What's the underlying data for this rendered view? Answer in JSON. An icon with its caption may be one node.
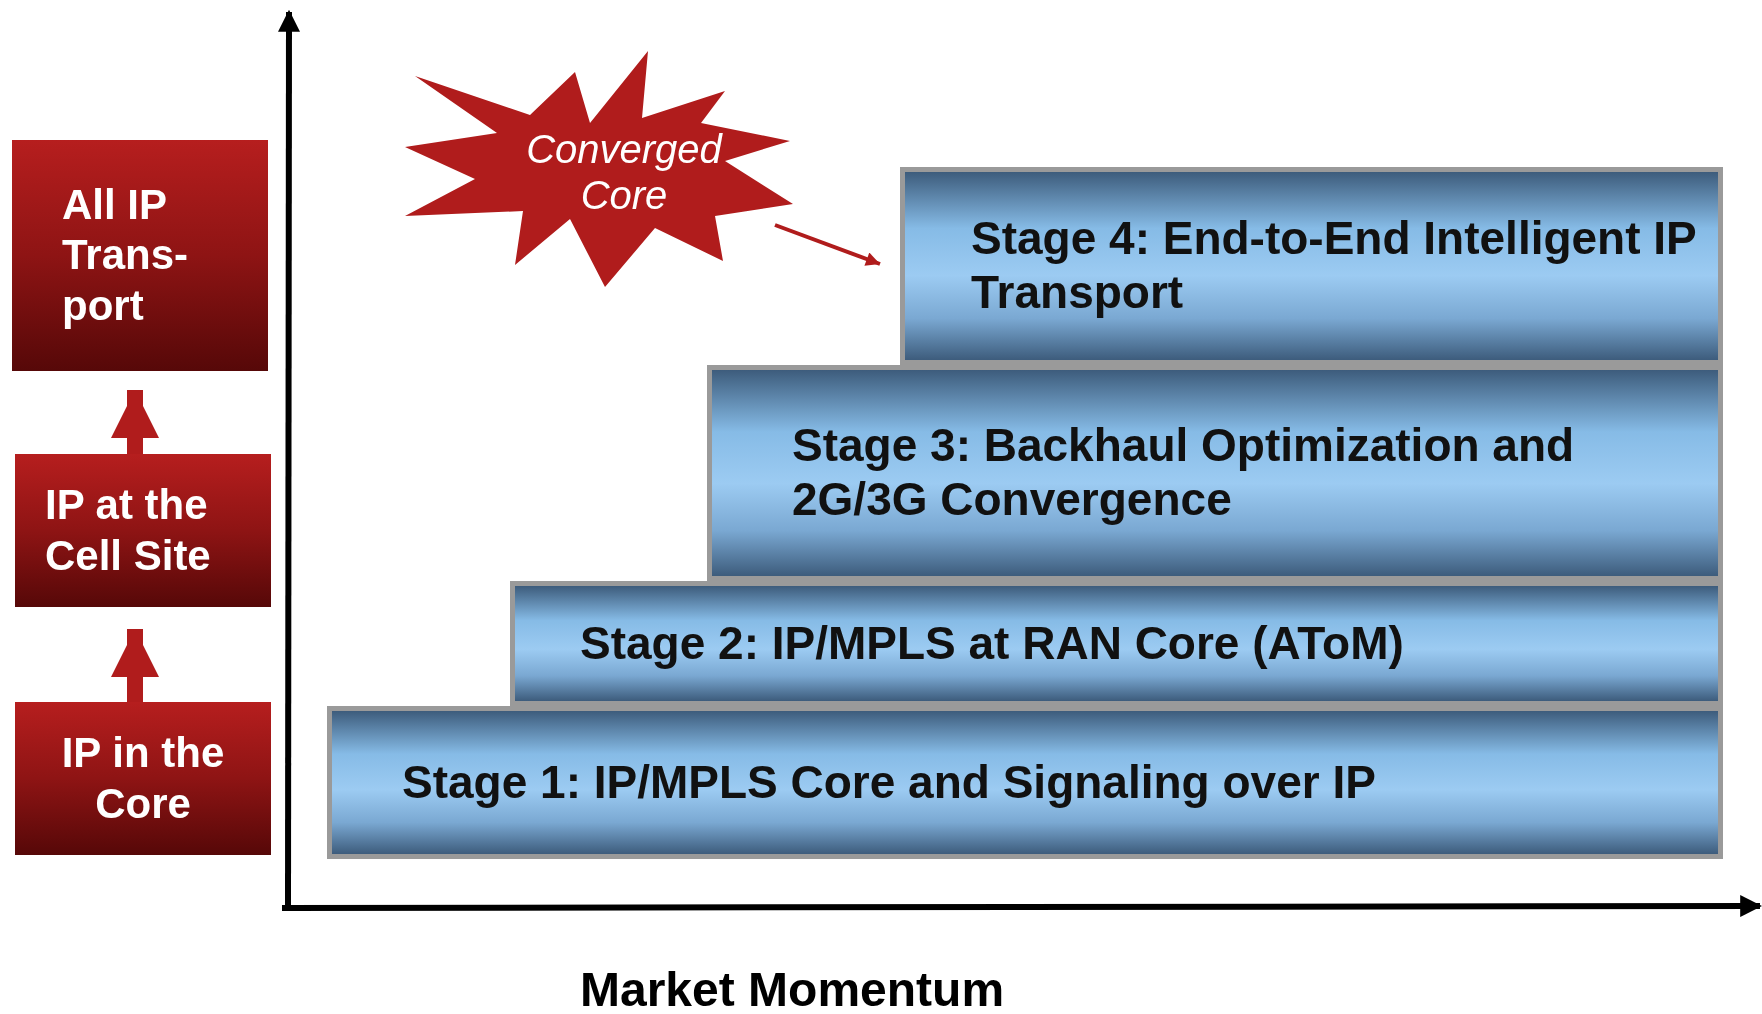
{
  "diagram": {
    "nodes": [
      {
        "text": [
          "All IP Trans- port"
        ]
      },
      {
        "text": [
          "IP at the Cell Site"
        ]
      },
      {
        "text": [
          "IP in the Core"
        ]
      },
      {
        "text": [
          "Converged Core"
        ]
      },
      {
        "text": [
          "Stage 4: End-to-End Intelligent IP Transport"
        ]
      },
      {
        "text": [
          "Stage 3: Backhaul Optimization and 2G/3G Convergence"
        ]
      },
      {
        "text": [
          "Stage 2: IP/MPLS at RAN Core (AToM)"
        ]
      },
      {
        "text": [
          "Stage 1: IP/MPLS Core and Signaling over IP"
        ]
      }
    ],
    "edges": [
      {
        "from": 2,
        "to": 1,
        "arrow": "to"
      },
      {
        "from": 1,
        "to": 0,
        "arrow": "to"
      },
      {
        "from": 3,
        "to": 4,
        "arrow": "to"
      }
    ],
    "labels": [
      "Market Momentum"
    ]
  }
}
